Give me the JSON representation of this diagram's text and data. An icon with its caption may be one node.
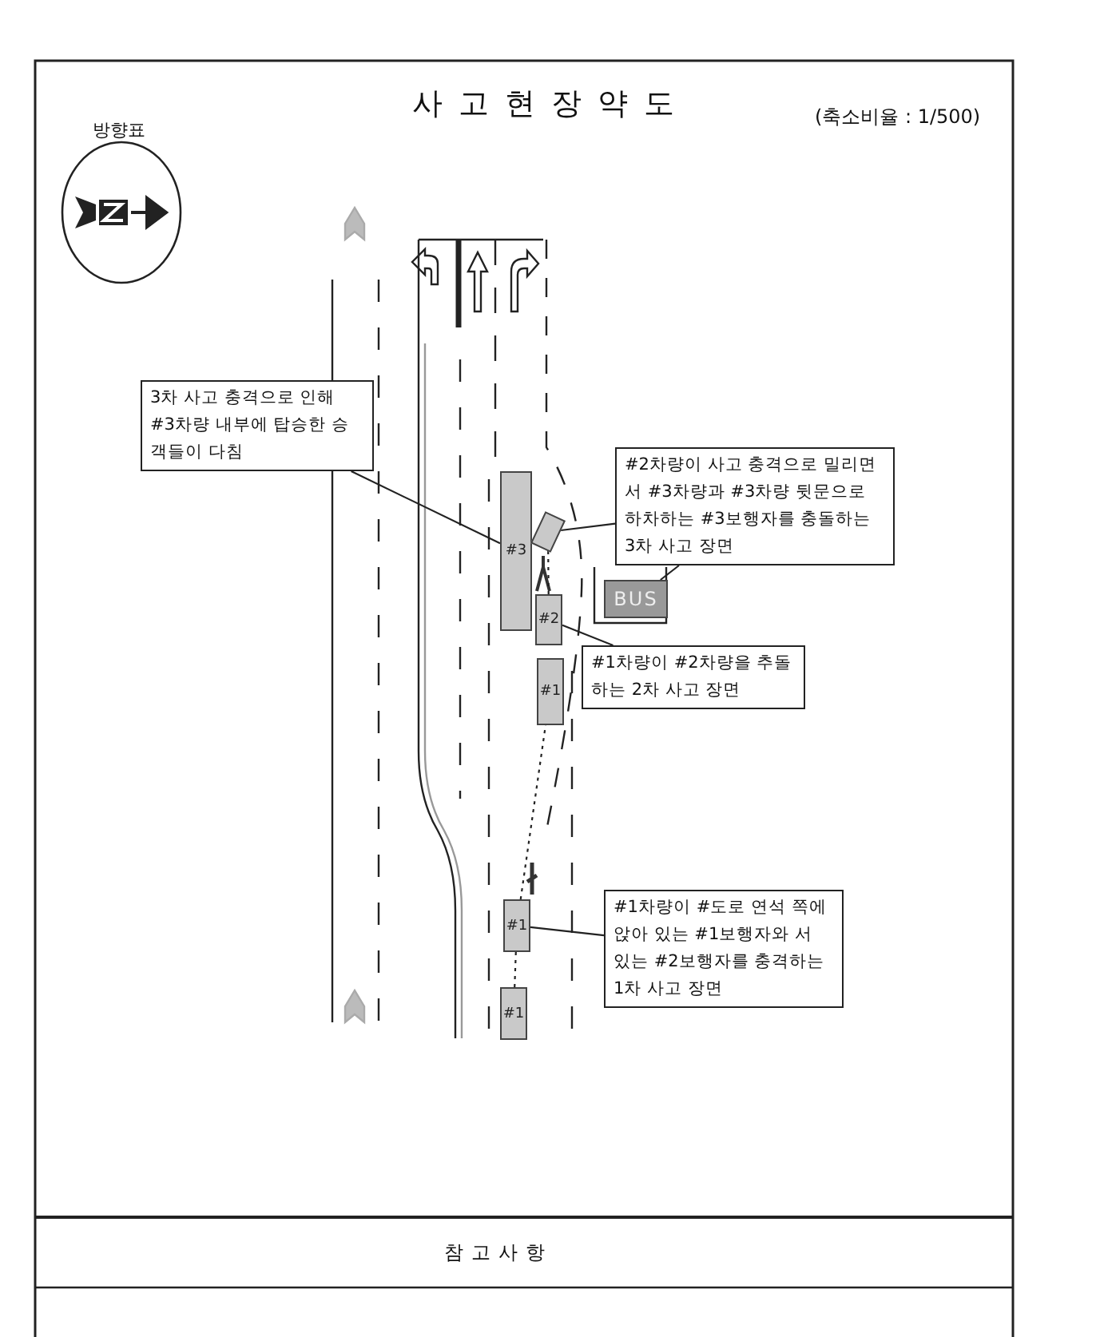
{
  "diagram": {
    "title": "사고현장약도",
    "nodes": [
      {
        "text": [
          "3차 사고 충격으로 인해 #3차량 내부에 탑승한 승객들이 다침"
        ]
      },
      {
        "text": [
          "#3"
        ]
      },
      {
        "text": [
          "#2차량이 사고 충격으로 밀리면서 #3차량과 #3차량 뒷문으로 하차하는 #3보행자를 충돌하는 3차 사고 장면"
        ]
      },
      {
        "text": [],
        "shape": "box"
      },
      {
        "text": [
          "BUS"
        ]
      },
      {
        "text": [
          "#2"
        ]
      },
      {
        "text": [
          "#1차량이 #2차량을 추돌하는 2차 사고 장면"
        ]
      },
      {
        "text": [
          "#1"
        ]
      },
      {
        "text": [
          "#1차량이 #도로 연석 쪽에 앉아 있는 #1보행자와 서 있는 #2보행자를 충격하는 1차 사고 장면"
        ]
      },
      {
        "text": [
          "#1"
        ]
      },
      {
        "text": [
          "#1"
        ]
      }
    ],
    "edges": [
      {
        "from": 0,
        "to": 1,
        "arrow": "none"
      },
      {
        "from": 2,
        "to": 3,
        "arrow": "none"
      },
      {
        "from": 2,
        "to": 4,
        "arrow": "none"
      },
      {
        "from": 6,
        "to": 5,
        "arrow": "none"
      },
      {
        "from": 8,
        "to": 9,
        "arrow": "none"
      },
      {
        "from": 10,
        "to": 9,
        "arrow": "none",
        "style": "dashed"
      },
      {
        "from": 9,
        "to": 7,
        "arrow": "none",
        "style": "dashed"
      },
      {
        "from": 5,
        "to": 3,
        "arrow": "none",
        "style": "dashed"
      }
    ],
    "labels": [
      "(축소비율 : 1/500)",
      "방향표",
      "참고사항"
    ]
  }
}
